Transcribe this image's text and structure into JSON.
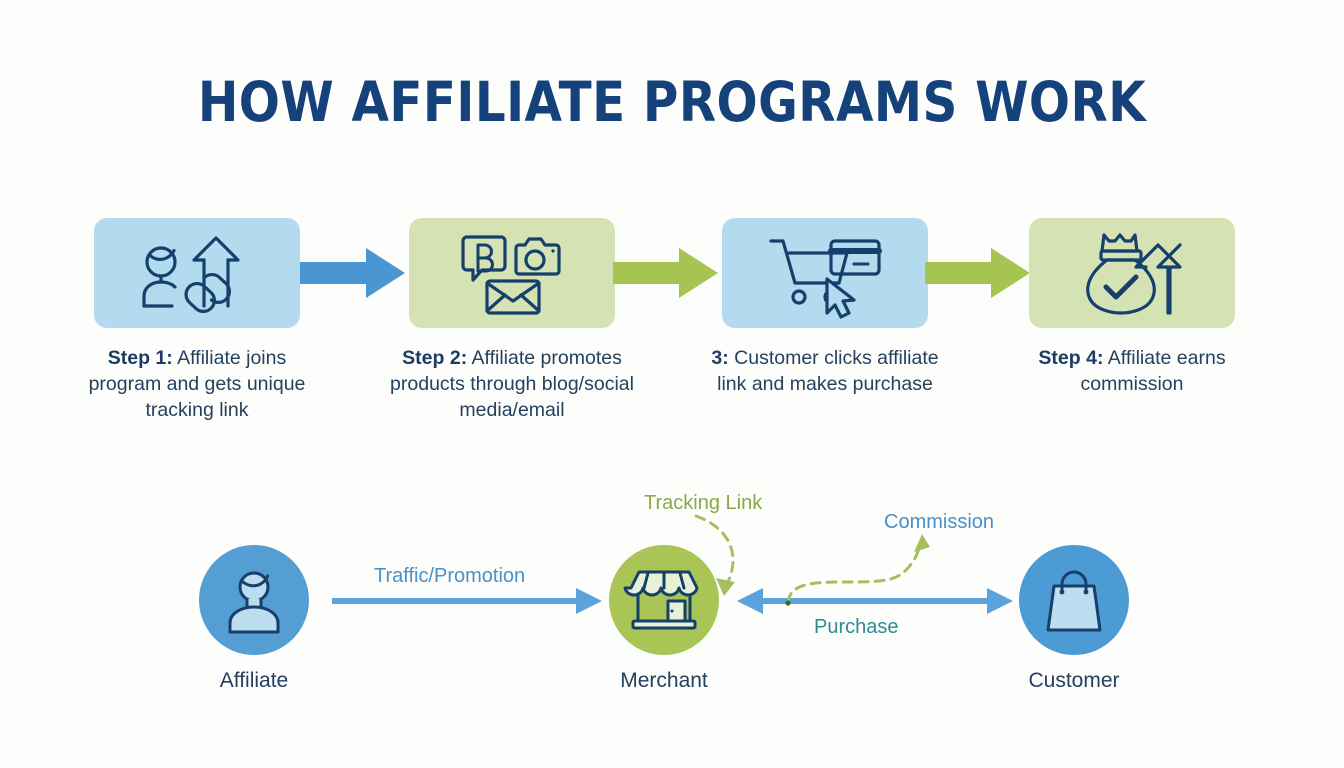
{
  "title": "HOW AFFILIATE PROGRAMS WORK",
  "colors": {
    "navy": "#15427a",
    "icon_stroke": "#15406b",
    "box_blue": "#b3daef",
    "box_green": "#d5e3b4",
    "arrow_blue": "#4a96d2",
    "arrow_green": "#a5c452",
    "node_blue": "#559ed3",
    "node_green": "#a8c556",
    "label_blue": "#4a90c8",
    "label_teal": "#2f8a93",
    "label_green": "#8aa84a",
    "background": "#fdfdfc"
  },
  "steps": [
    {
      "id": "step-1",
      "box_color": "blue",
      "icon": "person-link-icon",
      "label_bold": "Step 1:",
      "label_rest": " Affiliate joins program and gets unique tracking link"
    },
    {
      "id": "step-2",
      "box_color": "green",
      "icon": "blog-camera-email-icon",
      "label_bold": "Step 2:",
      "label_rest": " Affiliate promotes products through blog/social media/email"
    },
    {
      "id": "step-3",
      "box_color": "blue",
      "icon": "cart-card-click-icon",
      "label_bold": "3:",
      "label_rest": " Customer clicks affiliate link and makes purchase"
    },
    {
      "id": "step-4",
      "box_color": "green",
      "icon": "money-bag-check-icon",
      "label_bold": "Step 4:",
      "label_rest": " Affiliate earns commission"
    }
  ],
  "connectors": [
    {
      "id": "connector-1",
      "color": "arrow_blue"
    },
    {
      "id": "connector-2",
      "color": "arrow_green"
    },
    {
      "id": "connector-3",
      "color": "arrow_green"
    }
  ],
  "flow": {
    "nodes": [
      {
        "id": "affiliate",
        "label": "Affiliate",
        "icon": "person-icon",
        "color": "node_blue"
      },
      {
        "id": "merchant",
        "label": "Merchant",
        "icon": "storefront-icon",
        "color": "node_green"
      },
      {
        "id": "customer",
        "label": "Customer",
        "icon": "shopping-bag-icon",
        "color": "node_blue"
      }
    ],
    "labels": {
      "traffic": "Traffic/Promotion",
      "tracking": "Tracking Link",
      "commission": "Commission",
      "purchase": "Purchase"
    }
  }
}
